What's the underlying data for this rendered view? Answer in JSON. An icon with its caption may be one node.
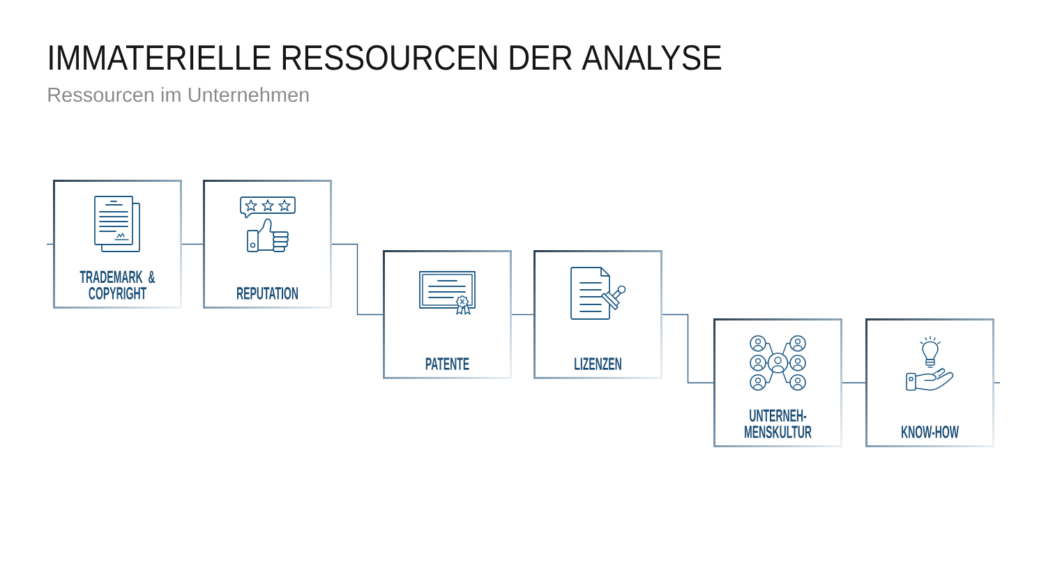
{
  "diagram": {
    "title": "IMMATERIELLE RESSOURCEN DER ANALYSE",
    "nodes": [
      {
        "text": [
          "TRADEMARK & COPYRIGHT"
        ]
      },
      {
        "text": [
          "REPUTATION"
        ]
      },
      {
        "text": [
          "PATENTE"
        ]
      },
      {
        "text": [
          "LIZENZEN"
        ]
      },
      {
        "text": [
          "UNTERNEH- MENSKULTUR"
        ]
      },
      {
        "text": [
          "KNOW-HOW"
        ]
      }
    ],
    "edges": [
      {
        "from": null,
        "to": 0,
        "arrow": "none"
      },
      {
        "from": 0,
        "to": 1,
        "arrow": "none"
      },
      {
        "from": 1,
        "to": 2,
        "arrow": "none"
      },
      {
        "from": 2,
        "to": 3,
        "arrow": "none"
      },
      {
        "from": 3,
        "to": 4,
        "arrow": "none"
      },
      {
        "from": 4,
        "to": 5,
        "arrow": "none"
      },
      {
        "from": 5,
        "to": null,
        "arrow": "none"
      }
    ],
    "labels": [
      "Ressourcen im Unternehmen"
    ]
  }
}
